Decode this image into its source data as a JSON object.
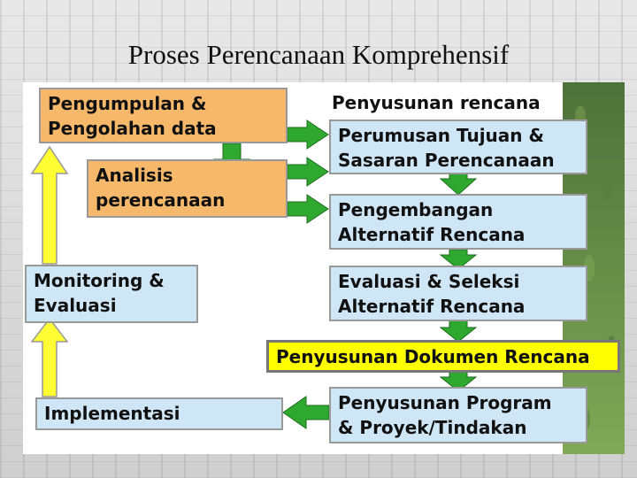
{
  "title": "Proses Perencanaan Komprehensif",
  "diagram": {
    "pengumpulan": {
      "line1": "Pengumpulan &",
      "line2": "Pengolahan data"
    },
    "analisis": {
      "line1": "Analisis",
      "line2": "perencanaan"
    },
    "penyusunan_heading": "Penyusunan rencana",
    "perumusan": {
      "line1": "Perumusan Tujuan &",
      "line2": "Sasaran Perencanaan"
    },
    "pengembangan": {
      "line1": "Pengembangan",
      "line2": "Alternatif Rencana"
    },
    "evaluasi": {
      "line1": "Evaluasi & Seleksi",
      "line2": "Alternatif Rencana"
    },
    "dokumen": "Penyusunan Dokumen Rencana",
    "program": {
      "line1": "Penyusunan Program",
      "line2": "& Proyek/Tindakan"
    },
    "monitoring": {
      "line1": "Monitoring &",
      "line2": "Evaluasi"
    },
    "implementasi": "Implementasi"
  },
  "colors": {
    "orange_box": "#f6b86a",
    "blue_box": "#cfe6f7",
    "yellow_box": "#ffff00",
    "green_arrow": "#2fa82f",
    "yellow_arrow": "#ffff33"
  }
}
